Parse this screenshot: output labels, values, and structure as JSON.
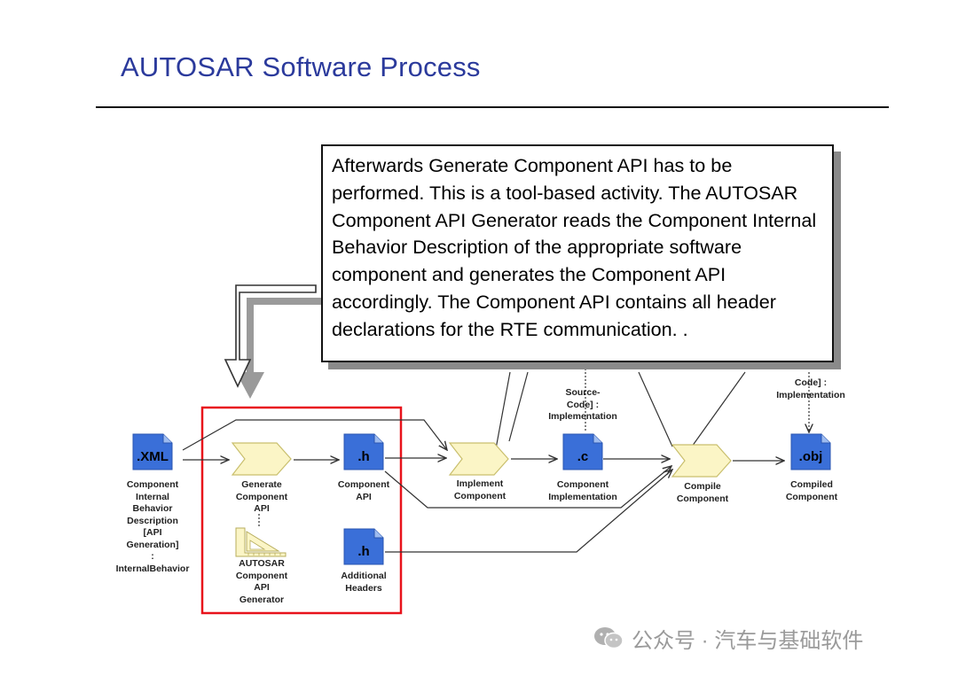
{
  "title": "AUTOSAR Software Process",
  "callout": {
    "text": "Afterwards Generate Component API has to be performed. This is a tool-based activity. The AUTOSAR Component API Generator reads the Component Internal Behavior Description of the appropriate software component and generates the Component API accordingly. The Component API contains all header declarations for the RTE communication. ."
  },
  "nodes": {
    "xml_doc": {
      "tag": ".XML",
      "label": "Component\nInternal\nBehavior\nDescription\n[API\nGeneration]\n:\nInternalBehavior"
    },
    "generate_api": {
      "label": "Generate\nComponent\nAPI"
    },
    "component_api": {
      "tag": ".h",
      "label": "Component\nAPI"
    },
    "api_generator": {
      "label": "AUTOSAR\nComponent\nAPI\nGenerator"
    },
    "additional_headers": {
      "tag": ".h",
      "label": "Additional\nHeaders"
    },
    "implement": {
      "label": "Implement\nComponent"
    },
    "source_code_top": {
      "label": "Source-\nCode] :\nImplementation"
    },
    "implementation_c": {
      "tag": ".c",
      "label": "Component\nImplementation"
    },
    "compile": {
      "label": "Compile\nComponent"
    },
    "obj_top": {
      "label": "Code] :\nImplementation"
    },
    "compiled": {
      "tag": ".obj",
      "label": "Compiled\nComponent"
    }
  },
  "colors": {
    "title": "#2b3a9c",
    "document_blue": "#3a6fd8",
    "activity_fill": "#fbf5c6",
    "highlight_box": "#e8121b"
  },
  "watermark": {
    "text": "公众号 · 汽车与基础软件",
    "icon": "wechat-icon"
  }
}
